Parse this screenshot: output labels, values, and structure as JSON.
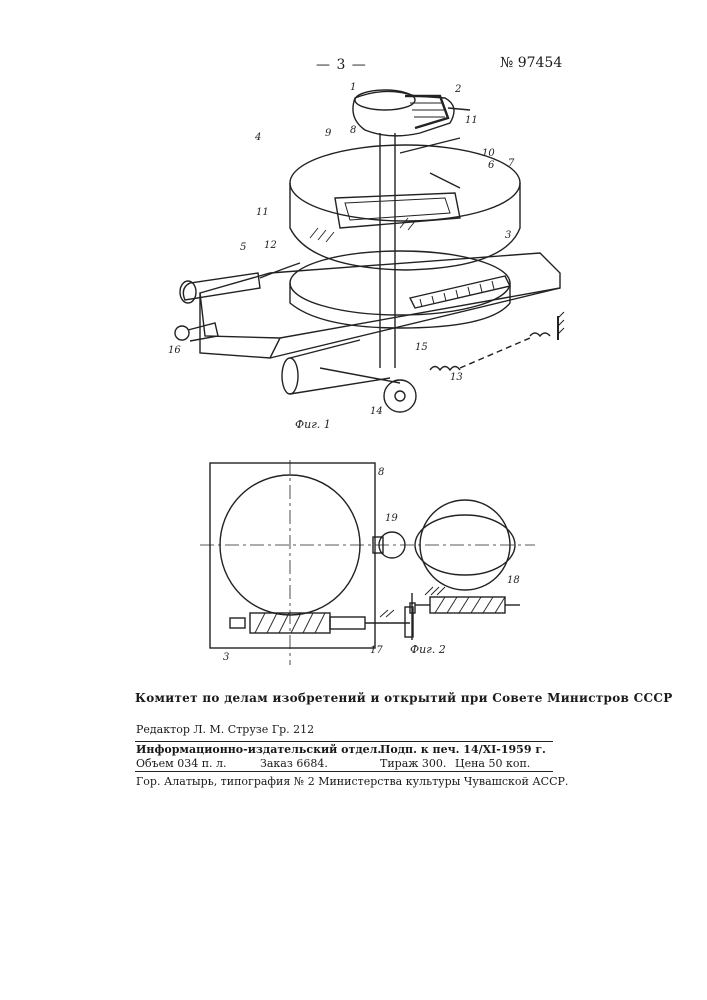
{
  "header": {
    "page_number": "— 3 —",
    "patent_number": "№ 97454"
  },
  "figure1": {
    "caption": "Фиг. 1",
    "labels": [
      "1",
      "2",
      "4",
      "9",
      "8",
      "11",
      "10",
      "6",
      "7",
      "11",
      "5",
      "12",
      "3",
      "16",
      "15",
      "13",
      "14"
    ]
  },
  "figure2": {
    "caption": "Фиг. 2",
    "labels": [
      "8",
      "19",
      "18",
      "17",
      "3"
    ]
  },
  "committee": "Комитет по делам изобретений и открытий при Совете Министров СССР",
  "editor": "Редактор Л. М. Струзе Гр. 212",
  "imprint": {
    "department": "Информационно-издательский отдел.",
    "signed": "Подп. к печ. 14/XI-1959 г.",
    "volume": "Объем 034 п. л.",
    "order": "Заказ 6684.",
    "run": "Тираж 300.",
    "price": "Цена 50 коп."
  },
  "printer": "Гор. Алатырь, типография № 2 Министерства культуры Чувашской АССР."
}
